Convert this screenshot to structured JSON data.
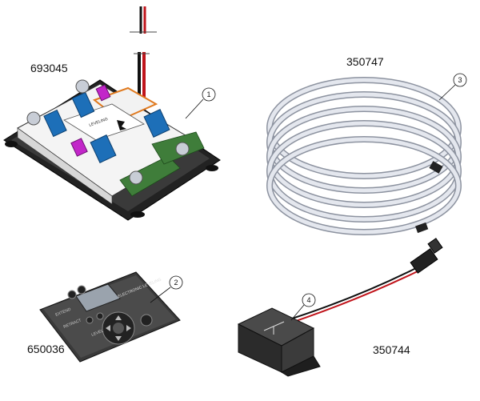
{
  "parts": [
    {
      "part_number": "693045",
      "callout": "1"
    },
    {
      "part_number": "650036",
      "callout": "2"
    },
    {
      "part_number": "350747",
      "callout": "3"
    },
    {
      "part_number": "350744",
      "callout": "4"
    }
  ],
  "keypad": {
    "brand_text": "ELECTRONIC LEVELING",
    "button_labels": [
      "EXTEND",
      "RETRACT",
      "LEVEL"
    ]
  },
  "colors": {
    "cable_red": "#c0141b",
    "cable_black": "#111111",
    "connector_blue": "#1d6fb8",
    "connector_magenta": "#c226c9",
    "pcb_green": "#3f7d3a",
    "housing_dark": "#2b2b2b",
    "cable_coil": "#d9dde6"
  }
}
